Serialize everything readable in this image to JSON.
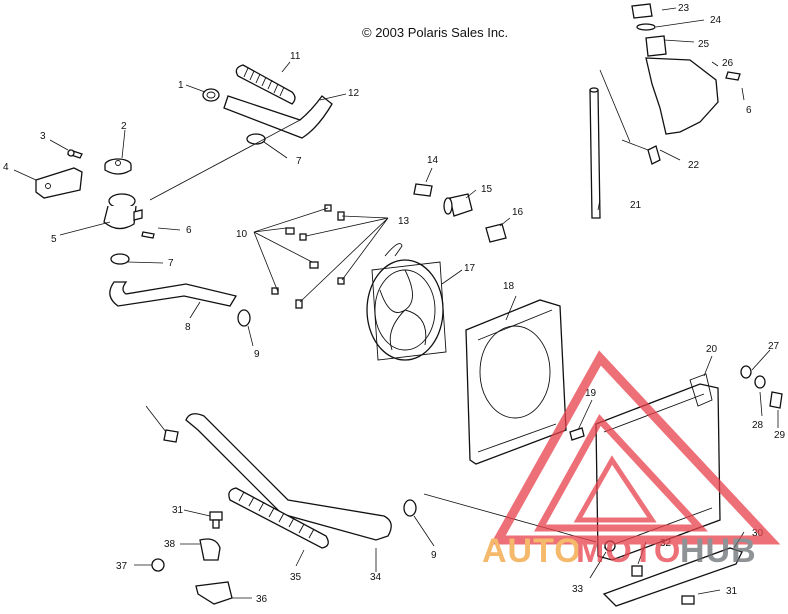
{
  "copyright": "© 2003 Polaris Sales Inc.",
  "watermark": {
    "text_a": "AUTO",
    "text_b": "MOTO",
    "text_c": "HUB",
    "colors": {
      "red": "#e8404a",
      "orange": "#f2a23a",
      "gray": "#6c6f74"
    }
  },
  "callouts": {
    "c1": "1",
    "c2": "2",
    "c3": "3",
    "c4": "4",
    "c5": "5",
    "c6a": "6",
    "c6b": "6",
    "c7a": "7",
    "c7b": "7",
    "c8": "8",
    "c9a": "9",
    "c9b": "9",
    "c10": "10",
    "c11": "11",
    "c12": "12",
    "c13": "13",
    "c14": "14",
    "c15": "15",
    "c16": "16",
    "c17": "17",
    "c18": "18",
    "c19": "19",
    "c20": "20",
    "c21": "21",
    "c22": "22",
    "c23": "23",
    "c24": "24",
    "c25": "25",
    "c26": "26",
    "c27": "27",
    "c28": "28",
    "c29": "29",
    "c30": "30",
    "c31a": "31",
    "c31b": "31",
    "c32": "32",
    "c33": "33",
    "c34": "34",
    "c35": "35",
    "c36": "36",
    "c37": "37",
    "c38": "38"
  }
}
